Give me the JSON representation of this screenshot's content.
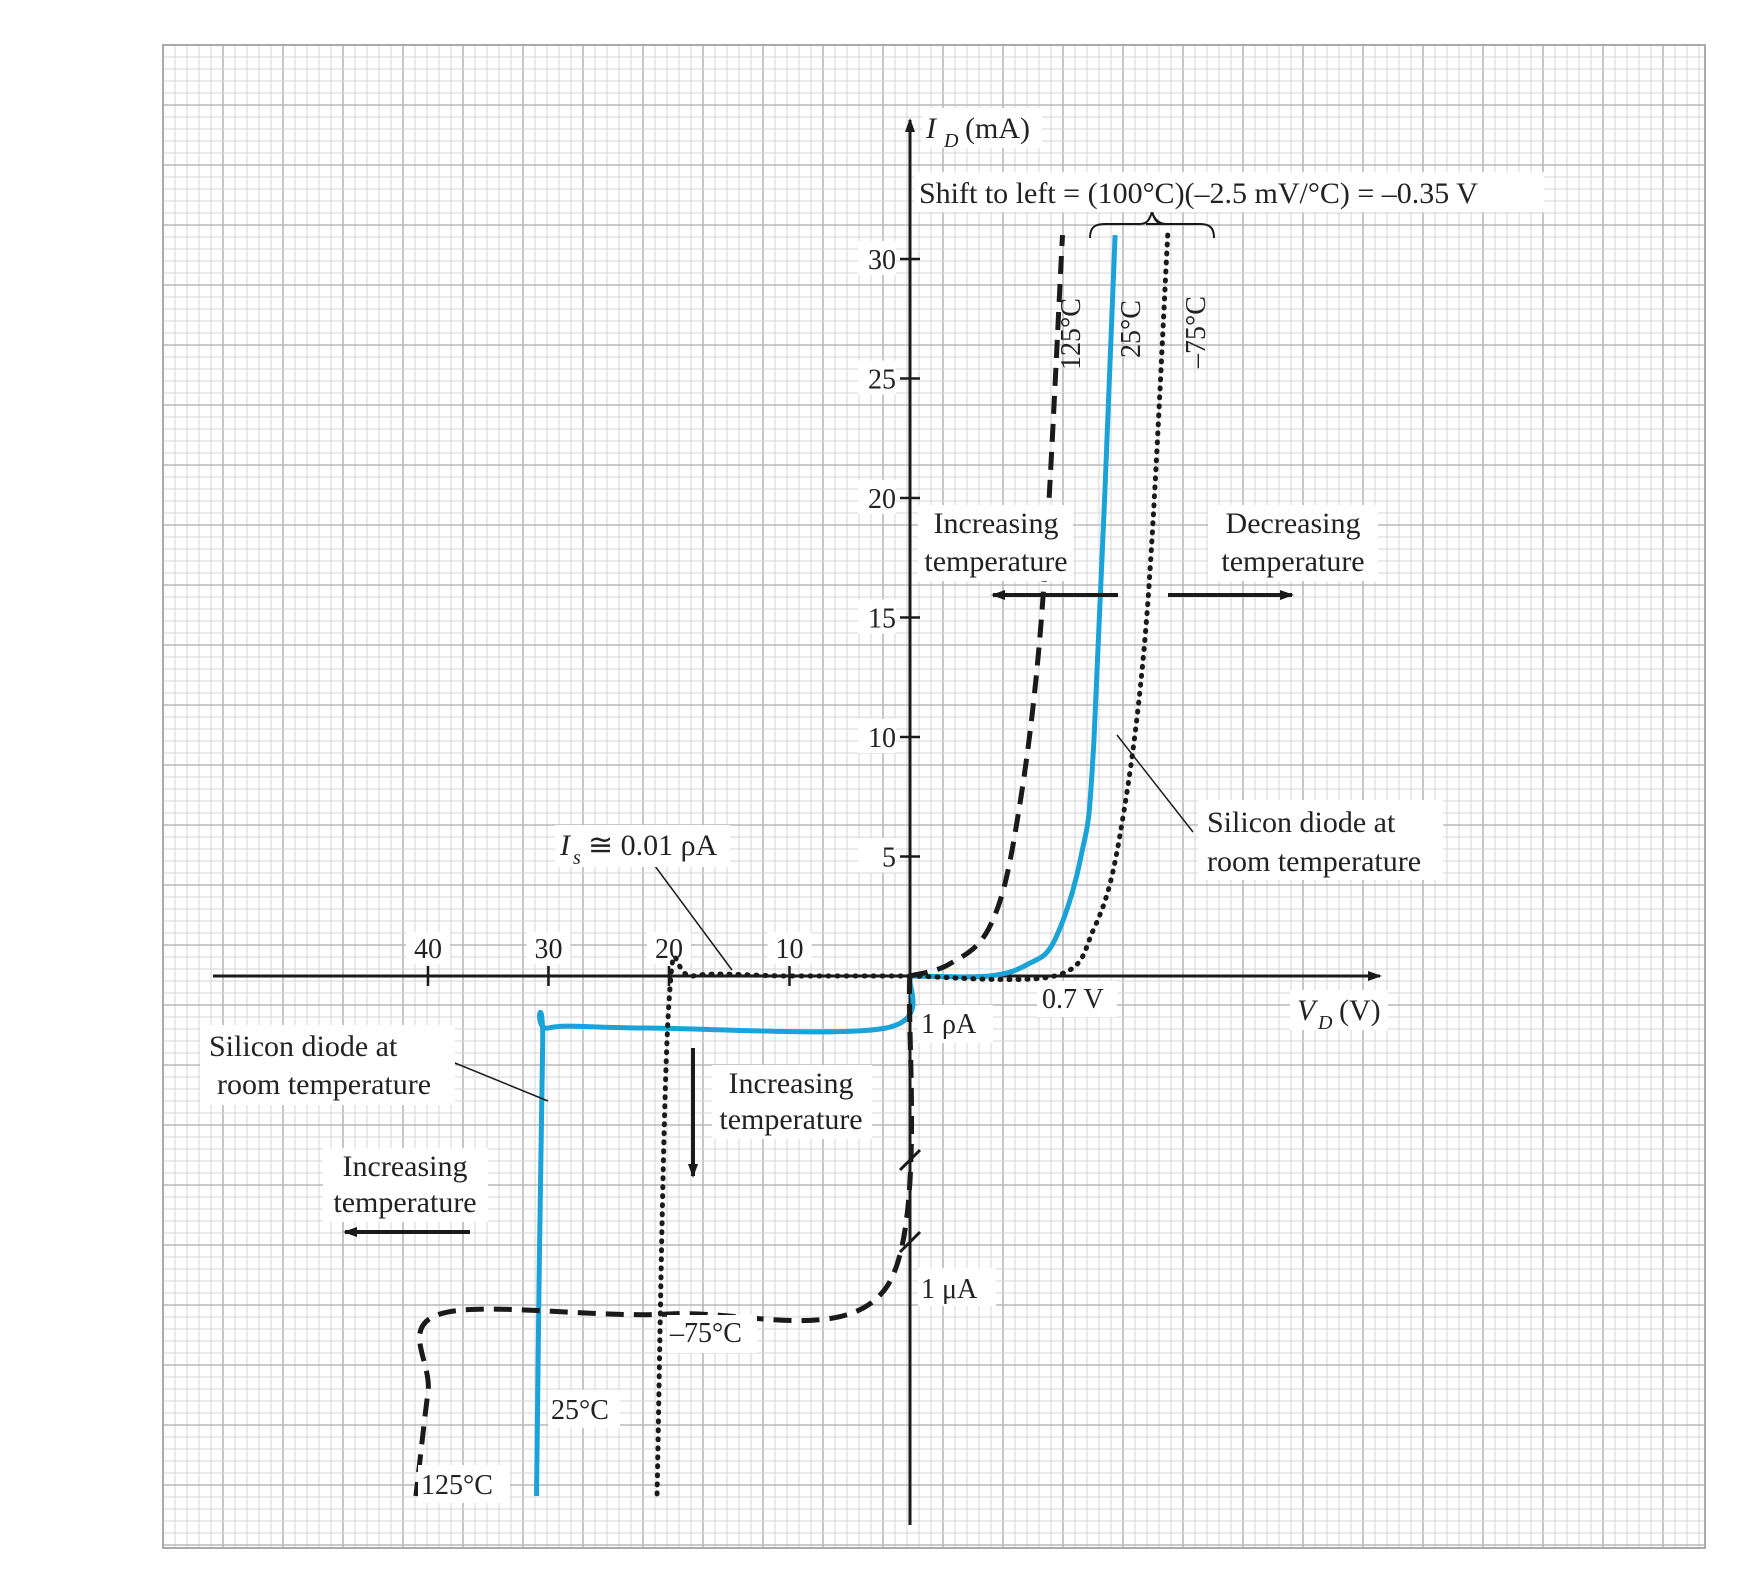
{
  "chart_data": {
    "type": "line",
    "title": "",
    "colors": {
      "room": "#1aa3d9",
      "ink": "#1a1a1a",
      "grid": "#c8c8c8"
    },
    "axes": {
      "y_label": "I",
      "y_label_sub": "D",
      "y_label_unit": "(mA)",
      "x_label": "V",
      "x_label_sub": "D",
      "x_label_unit": "(V)",
      "y_ticks": [
        "30",
        "25",
        "20",
        "15",
        "10",
        "5"
      ],
      "x_reverse_ticks": [
        "40",
        "30",
        "20",
        "10"
      ]
    },
    "series": [
      {
        "name": "25°C",
        "style": "solid",
        "forward": [
          [
            0,
            0
          ],
          [
            0.3,
            0
          ],
          [
            0.45,
            0.5
          ],
          [
            0.55,
            1.5
          ],
          [
            0.65,
            5
          ],
          [
            0.7,
            10
          ],
          [
            0.78,
            31
          ]
        ],
        "reverse": [
          [
            0,
            0
          ],
          [
            -2,
            -1
          ],
          [
            -22,
            -1
          ],
          [
            -30,
            -1
          ],
          [
            -30.5,
            -1.5
          ],
          [
            -31,
            -10
          ]
        ]
      },
      {
        "name": "125°C",
        "style": "dashed",
        "forward": [
          [
            0,
            0
          ],
          [
            0.15,
            0.5
          ],
          [
            0.3,
            2
          ],
          [
            0.4,
            6
          ],
          [
            0.5,
            15
          ],
          [
            0.58,
            31
          ]
        ],
        "reverse": [
          [
            0,
            0
          ],
          [
            -2,
            -6
          ],
          [
            -20,
            -6.5
          ],
          [
            -39,
            -6.5
          ],
          [
            -40,
            -8
          ],
          [
            -41,
            -10
          ]
        ]
      },
      {
        "name": "−75°C",
        "style": "dotted",
        "forward": [
          [
            0,
            0
          ],
          [
            0.55,
            0
          ],
          [
            0.7,
            2
          ],
          [
            0.8,
            6
          ],
          [
            0.9,
            15
          ],
          [
            0.98,
            31
          ]
        ],
        "reverse": [
          [
            0,
            0
          ],
          [
            -10,
            0
          ],
          [
            -18,
            0
          ],
          [
            -20,
            -0.5
          ],
          [
            -21,
            -10
          ]
        ]
      }
    ],
    "annotations": {
      "shift": "Shift to left = (100°C)(–2.5 mV/°C) = –0.35 V",
      "curve_125": "125°C",
      "curve_25": "25°C",
      "curve_m75": "–75°C",
      "inc_temp_fwd_1": "Increasing",
      "inc_temp_fwd_2": "temperature",
      "dec_temp_1": "Decreasing",
      "dec_temp_2": "temperature",
      "silicon_fwd_1": "Silicon diode at",
      "silicon_fwd_2": "room temperature",
      "is_label_I": "I",
      "is_label_sub": "s",
      "is_label_val": "≅ 0.01 ρA",
      "v07": "0.7 V",
      "one_pa": "1 ρA",
      "one_ua": "1 μA",
      "silicon_rev_1": "Silicon diode at",
      "silicon_rev_2": "room temperature",
      "inc_temp_rev_1": "Increasing",
      "inc_temp_rev_2": "temperature",
      "inc_temp_left_1": "Increasing",
      "inc_temp_left_2": "temperature",
      "rev_m75": "–75°C",
      "rev_25": "25°C",
      "rev_125": "125°C"
    }
  }
}
